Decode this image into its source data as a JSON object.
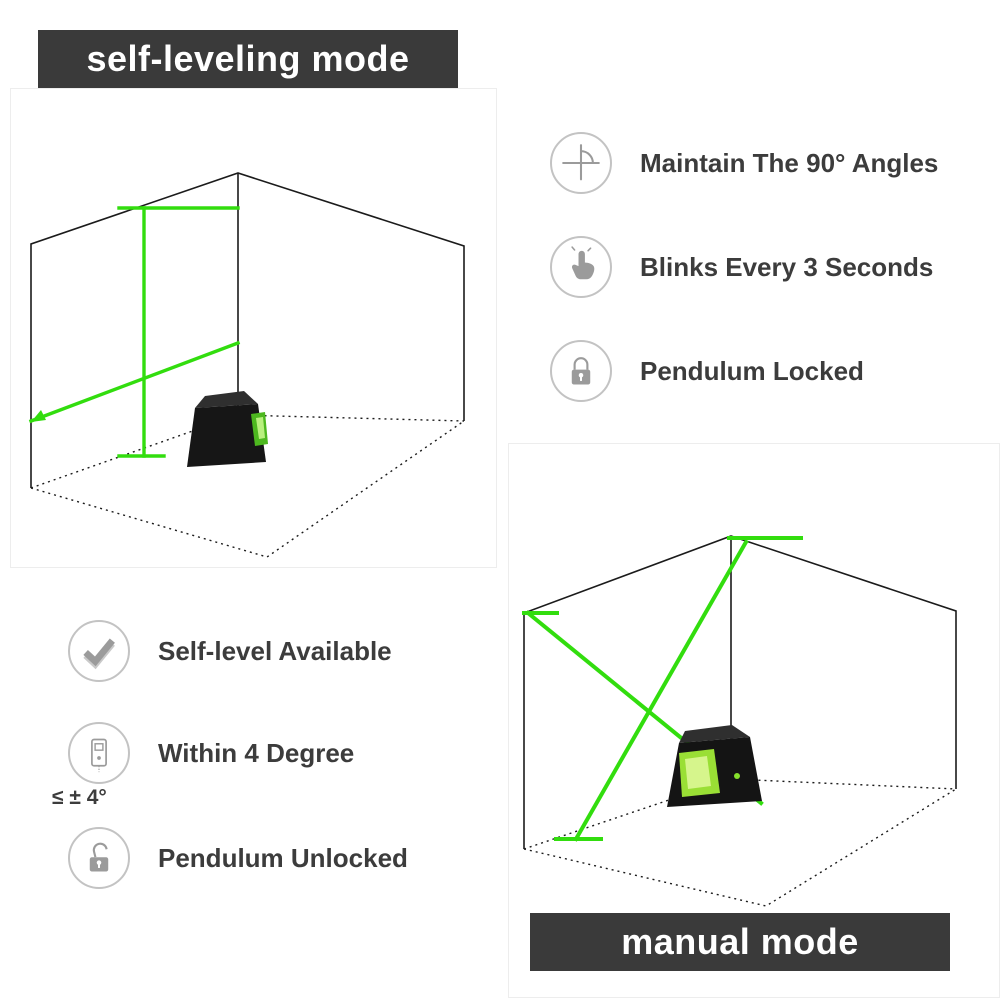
{
  "colors": {
    "laser_green": "#32dd0e",
    "banner_bg": "#3a3a3a",
    "banner_text": "#ffffff",
    "feature_text": "#3c3c3c",
    "icon_gray": "#9b9b9b",
    "circle_border": "#c3c3c3",
    "wireframe": "#1b1b1b",
    "device_body": "#161616",
    "device_window": "#9adf35"
  },
  "self_leveling": {
    "banner": "self-leveling mode",
    "features": [
      {
        "icon": "check-icon",
        "label": "Self-level Available"
      },
      {
        "icon": "tilt-range-icon",
        "label": "Within 4 Degree",
        "note": "≤ ± 4°"
      },
      {
        "icon": "lock-open-icon",
        "label": "Pendulum Unlocked"
      }
    ]
  },
  "manual": {
    "banner": "manual mode",
    "features": [
      {
        "icon": "angle-90-icon",
        "label": "Maintain The 90° Angles"
      },
      {
        "icon": "hand-press-icon",
        "label": "Blinks Every 3 Seconds"
      },
      {
        "icon": "lock-closed-icon",
        "label": "Pendulum Locked"
      }
    ]
  }
}
